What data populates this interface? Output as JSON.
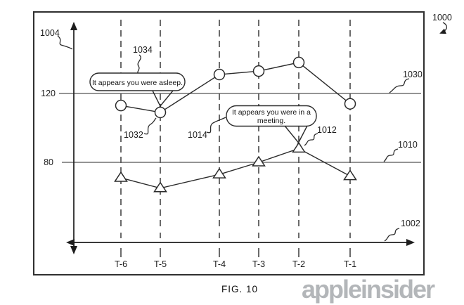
{
  "figure": {
    "fig_caption": "FIG. 10",
    "watermark": "appleinsider",
    "y_labels": {
      "upper": "120",
      "lower": "80"
    },
    "callouts": {
      "asleep": "It appears you were asleep.",
      "meeting_line1": "It appears you were in a",
      "meeting_line2": "meeting."
    },
    "reference_numerals": {
      "n1000": "1000",
      "n1002": "1002",
      "n1004": "1004",
      "n1010": "1010",
      "n1012": "1012",
      "n1014": "1014",
      "n1030": "1030",
      "n1032": "1032",
      "n1034": "1034"
    }
  },
  "chart_data": {
    "type": "line",
    "categories": [
      "T-6",
      "T-5",
      "T-4",
      "T-3",
      "T-2",
      "T-1"
    ],
    "series": [
      {
        "name": "upper series (circle markers, near threshold 1030)",
        "marker": "circle",
        "values": [
          113,
          109,
          131,
          133,
          138,
          114
        ]
      },
      {
        "name": "lower series (triangle markers, near threshold 1010)",
        "marker": "triangle-up",
        "values": [
          71,
          65,
          73,
          80,
          88,
          72
        ]
      }
    ],
    "gridlines_y": [
      120,
      80
    ],
    "annotations": [
      "It appears you were asleep.",
      "It appears you were in a meeting."
    ],
    "title": "",
    "xlabel": "",
    "ylabel": "",
    "ylim": [
      50,
      150
    ],
    "legend_position": "none",
    "grid": "dashed vertical at each category; solid horizontal at 120 and 80"
  },
  "colors": {
    "line": "#2b2b2b",
    "gridline": "#555555",
    "watermark_gray": "#b3b6b9",
    "background": "#ffffff"
  }
}
